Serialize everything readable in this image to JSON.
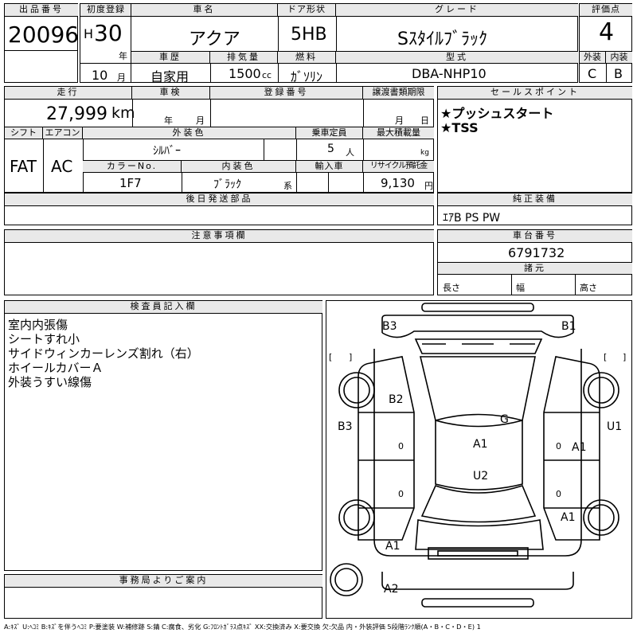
{
  "header": {
    "lot_label": "出品番号",
    "lot_number": "20096",
    "first_reg_label": "初度登録",
    "era": "H",
    "year": "30",
    "year_unit": "年",
    "month": "10",
    "month_unit": "月",
    "name_label": "車名",
    "name": "アクア",
    "history_label": "車歴",
    "history": "自家用",
    "displacement_label": "排気量",
    "displacement": "1500",
    "displacement_unit": "cc",
    "door_label": "ドア形状",
    "door": "5HB",
    "fuel_label": "燃料",
    "fuel": "ｶﾞｿﾘﾝ",
    "grade_label": "グレード",
    "grade": "Sｽﾀｲﾙﾌﾞﾗｯｸ",
    "model_label": "型式",
    "model": "DBA-NHP10",
    "score_label": "評価点",
    "score": "4",
    "ext_label": "外装",
    "ext": "C",
    "int_label": "内装",
    "int": "B"
  },
  "row2": {
    "mileage_label": "走行",
    "mileage": "27,999",
    "mileage_unit": "km",
    "inspection_label": "車検",
    "year_unit": "年",
    "month_unit": "月",
    "reg_label": "登録番号",
    "transfer_label": "譲渡書類期限",
    "transfer_month": "月",
    "transfer_day": "日",
    "shift_label": "シフト",
    "shift": "FAT",
    "ac_label": "エアコン",
    "ac": "AC",
    "ext_color_label": "外装色",
    "ext_color": "ｼﾙﾊﾞｰ",
    "capacity_label": "乗車定員",
    "capacity": "5",
    "capacity_unit": "人",
    "load_label": "最大積載量",
    "load_unit": "kg",
    "color_no_label": "カラーNo.",
    "color_no": "1F7",
    "int_color_label": "内装色",
    "int_color": "ﾌﾞﾗｯｸ",
    "int_color_unit": "系",
    "import_label": "輸入車",
    "recycle_label": "リサイクル預託金",
    "recycle": "9,130",
    "recycle_unit": "円"
  },
  "sales": {
    "label": "セールスポイント",
    "items": [
      "★プッシュスタート",
      "★TSS"
    ]
  },
  "later_parts_label": "後日発送部品",
  "genuine": {
    "label": "純正装備",
    "value": "ｴｱB PS PW"
  },
  "notes_label": "注意事項欄",
  "chassis": {
    "label": "車台番号",
    "value": "6791732"
  },
  "specs": {
    "label": "諸元",
    "length": "長さ",
    "width": "幅",
    "height": "高さ"
  },
  "inspector": {
    "label": "検査員記入欄",
    "lines": [
      "室内内張傷",
      "シートすれ小",
      "サイドウィンカーレンズ割れ（右）",
      "ホイールカバーＡ",
      "外装うすい線傷"
    ]
  },
  "office_label": "事務局よりご案内",
  "diagram": {
    "marks": [
      "B3",
      "B1",
      "B2",
      "G",
      "B3",
      "U1",
      "A1",
      "A1",
      "U2",
      "A1",
      "A1",
      "A2"
    ],
    "zeros": [
      "0",
      "0",
      "0",
      "0"
    ],
    "brackets": [
      "[",
      "]",
      "[",
      "]"
    ]
  },
  "legend": "A:ｷｽﾞ U:ﾍｺﾐ B:ｷｽﾞを伴うﾍｺﾐ P:要塗装 W:補修跡 S:錆 C:腐食、劣化 G:ﾌﾛﾝﾄｶﾞﾗｽ点ｷｽﾞ XX:交換済み X:要交換 欠:欠品 内・外装評価 5段階ﾗﾝｸ順(A・B・C・D・E) 1"
}
